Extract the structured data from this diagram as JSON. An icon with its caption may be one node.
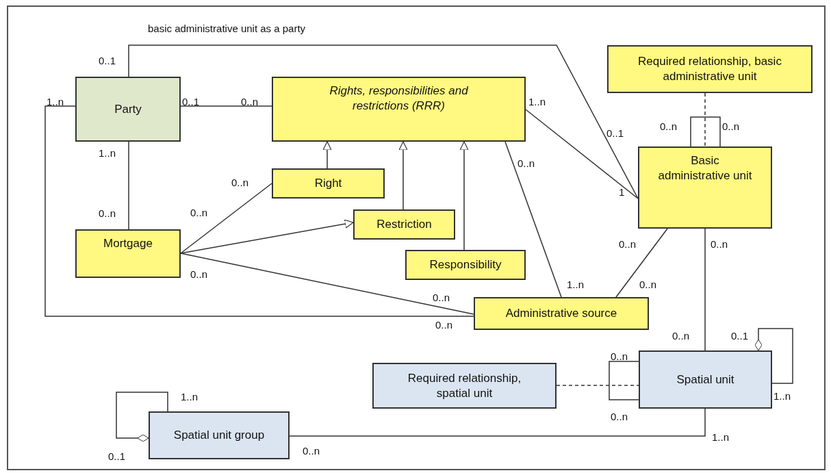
{
  "diagram": {
    "nodes": [
      {
        "text": [
          "Party"
        ]
      },
      {
        "text": [
          "Rights, responsibilities and restrictions (RRR)"
        ]
      },
      {
        "text": [
          "Right"
        ]
      },
      {
        "text": [
          "Restriction"
        ]
      },
      {
        "text": [
          "Responsibility"
        ]
      },
      {
        "text": [
          "Mortgage"
        ]
      },
      {
        "text": [
          "Administrative source"
        ]
      },
      {
        "text": [
          "Basic administrative unit"
        ]
      },
      {
        "text": [
          "Required relationship, basic administrative unit"
        ]
      },
      {
        "text": [
          "Spatial  unit"
        ]
      },
      {
        "text": [
          "Required relationship, spatial unit"
        ]
      },
      {
        "text": [
          "Spatial unit group"
        ]
      }
    ],
    "edges": [
      {
        "from": 0,
        "to": 1,
        "arrow": "none"
      },
      {
        "from": 0,
        "to": 7,
        "arrow": "none",
        "label": "basic administrative unit as a party"
      },
      {
        "from": 0,
        "to": 6,
        "arrow": "none"
      },
      {
        "from": 0,
        "to": 5,
        "arrow": "none"
      },
      {
        "from": 2,
        "to": 1,
        "arrow": "to"
      },
      {
        "from": 3,
        "to": 1,
        "arrow": "to"
      },
      {
        "from": 4,
        "to": 1,
        "arrow": "to"
      },
      {
        "from": 5,
        "to": 3,
        "arrow": "to"
      },
      {
        "from": 5,
        "to": 2,
        "arrow": "none"
      },
      {
        "from": 5,
        "to": 6,
        "arrow": "none"
      },
      {
        "from": 1,
        "to": 7,
        "arrow": "none"
      },
      {
        "from": 1,
        "to": 6,
        "arrow": "none"
      },
      {
        "from": 7,
        "to": 6,
        "arrow": "none"
      },
      {
        "from": 7,
        "to": 9,
        "arrow": "none"
      },
      {
        "from": 7,
        "to": 7,
        "arrow": "none"
      },
      {
        "from": 8,
        "to": 7,
        "arrow": "none",
        "style": "dashed"
      },
      {
        "from": 9,
        "to": 9,
        "arrow": "none"
      },
      {
        "from": 10,
        "to": 9,
        "arrow": "none",
        "style": "dashed"
      },
      {
        "from": 9,
        "to": 9,
        "arrow": "other"
      },
      {
        "from": 11,
        "to": 11,
        "arrow": "other"
      },
      {
        "from": 11,
        "to": 9,
        "arrow": "none"
      }
    ],
    "labels": [
      "0..1",
      "1..n",
      "0..1",
      "0..n",
      "1..n",
      "0..n",
      "0..n",
      "0..1",
      "1..n",
      "0..n",
      "0..n",
      "1",
      "0..n",
      "0..n",
      "0..n",
      "0..n",
      "0..n",
      "1..n",
      "0..n",
      "0..n",
      "0..n",
      "0..n",
      "0..1",
      "0..n",
      "1..n",
      "1..n",
      "0..n",
      "1..n",
      "0..1",
      "0..n"
    ]
  }
}
